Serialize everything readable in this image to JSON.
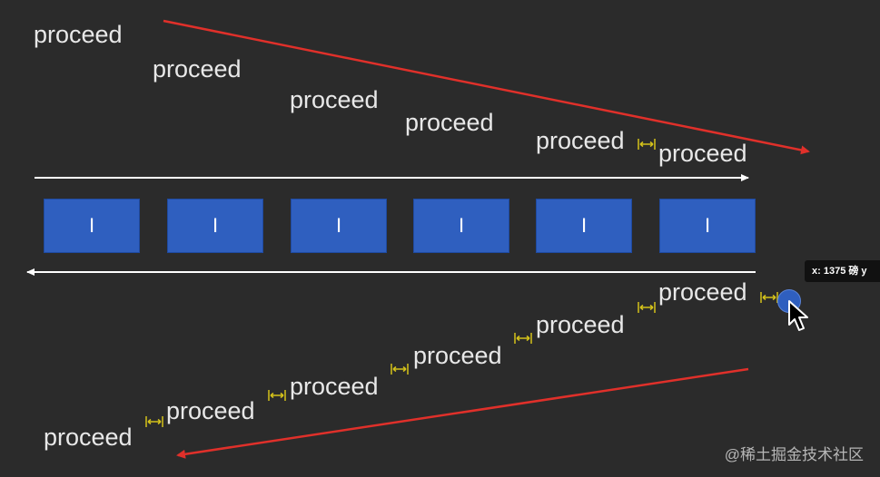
{
  "word": "proceed",
  "box_label": "I",
  "tooltip": "x: 1375 磅  y",
  "watermark": "@稀土掘金技术社区",
  "colors": {
    "background": "#2b2b2b",
    "box": "#2f5fbf",
    "arrow_red": "#e0302a",
    "arrow_white": "#ffffff",
    "spacing_marker": "#d4c21a"
  },
  "icons": [
    "mouse-pointer-icon",
    "spacing-marker-icon"
  ]
}
